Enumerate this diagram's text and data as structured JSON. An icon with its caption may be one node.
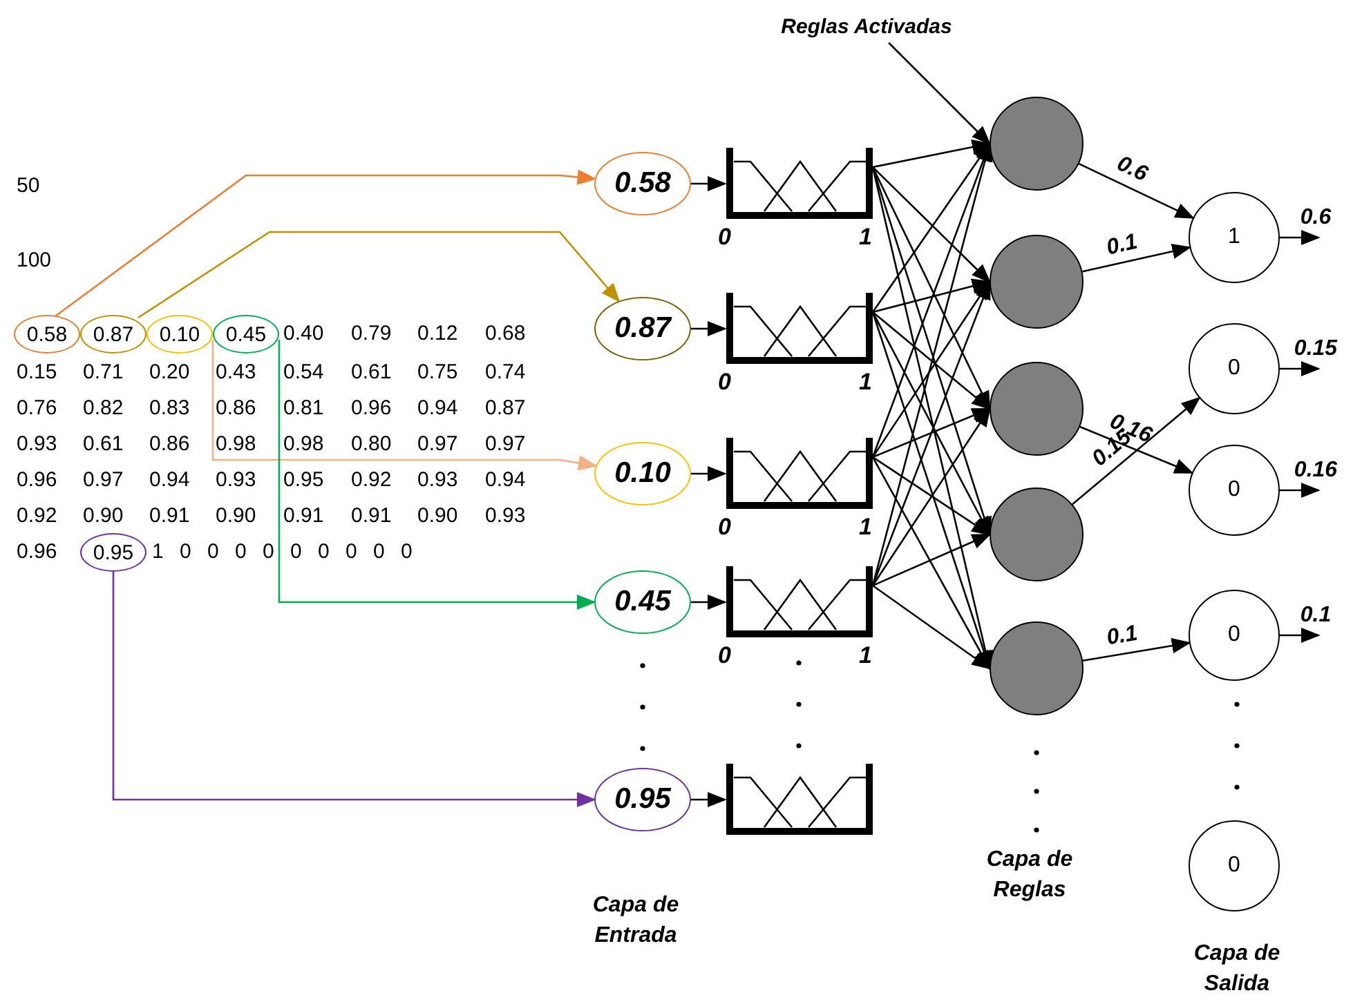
{
  "diagram": {
    "nodes": [
      {
        "text": [
          "0.58"
        ]
      },
      {
        "text": [
          "0.87"
        ]
      },
      {
        "text": [
          "0.10"
        ]
      },
      {
        "text": [
          "0.45"
        ]
      },
      {
        "text": [
          "0.95"
        ]
      },
      {
        "text": [
          "0.58"
        ]
      },
      {
        "text": [
          "0.87"
        ]
      },
      {
        "text": [
          "0.10"
        ]
      },
      {
        "text": [
          "0.45"
        ]
      },
      {
        "text": [
          "0.95"
        ]
      },
      {
        "text": [],
        "shape": "box",
        "beside": [
          "0",
          "1"
        ]
      },
      {
        "text": [],
        "shape": "box",
        "beside": [
          "0",
          "1"
        ]
      },
      {
        "text": [],
        "shape": "box",
        "beside": [
          "0",
          "1"
        ]
      },
      {
        "text": [],
        "shape": "box",
        "beside": [
          "0",
          "1"
        ]
      },
      {
        "text": [],
        "shape": "box"
      },
      {
        "text": [],
        "shape": "circle"
      },
      {
        "text": [],
        "shape": "circle"
      },
      {
        "text": [],
        "shape": "circle"
      },
      {
        "text": [],
        "shape": "circle"
      },
      {
        "text": [],
        "shape": "circle"
      },
      {
        "text": [
          "1"
        ]
      },
      {
        "text": [
          "0"
        ]
      },
      {
        "text": [
          "0"
        ]
      },
      {
        "text": [
          "0"
        ]
      },
      {
        "text": [
          "0"
        ]
      },
      {
        "text": [
          "Reglas Activadas"
        ]
      }
    ],
    "edges": [
      {
        "from": 0,
        "to": 5,
        "arrow": "to",
        "color": "#ed7d31"
      },
      {
        "from": 1,
        "to": 6,
        "arrow": "to",
        "color": "#bf9000"
      },
      {
        "from": 2,
        "to": 7,
        "arrow": "to",
        "color": "#f4b183"
      },
      {
        "from": 3,
        "to": 8,
        "arrow": "to",
        "color": "#00b050"
      },
      {
        "from": 4,
        "to": 9,
        "arrow": "to",
        "color": "#7030a0"
      },
      {
        "from": 5,
        "to": 10,
        "arrow": "to"
      },
      {
        "from": 6,
        "to": 11,
        "arrow": "to"
      },
      {
        "from": 7,
        "to": 12,
        "arrow": "to"
      },
      {
        "from": 8,
        "to": 13,
        "arrow": "to"
      },
      {
        "from": 9,
        "to": 14,
        "arrow": "to"
      },
      {
        "from": 10,
        "to": 15,
        "arrow": "to"
      },
      {
        "from": 10,
        "to": 16,
        "arrow": "to"
      },
      {
        "from": 10,
        "to": 17,
        "arrow": "to"
      },
      {
        "from": 10,
        "to": 18,
        "arrow": "to"
      },
      {
        "from": 10,
        "to": 19,
        "arrow": "to"
      },
      {
        "from": 11,
        "to": 15,
        "arrow": "to"
      },
      {
        "from": 11,
        "to": 16,
        "arrow": "to"
      },
      {
        "from": 11,
        "to": 17,
        "arrow": "to"
      },
      {
        "from": 11,
        "to": 18,
        "arrow": "to"
      },
      {
        "from": 11,
        "to": 19,
        "arrow": "to"
      },
      {
        "from": 12,
        "to": 15,
        "arrow": "to"
      },
      {
        "from": 12,
        "to": 16,
        "arrow": "to"
      },
      {
        "from": 12,
        "to": 17,
        "arrow": "to"
      },
      {
        "from": 12,
        "to": 18,
        "arrow": "to"
      },
      {
        "from": 12,
        "to": 19,
        "arrow": "to"
      },
      {
        "from": 13,
        "to": 15,
        "arrow": "to"
      },
      {
        "from": 13,
        "to": 16,
        "arrow": "to"
      },
      {
        "from": 13,
        "to": 17,
        "arrow": "to"
      },
      {
        "from": 13,
        "to": 18,
        "arrow": "to"
      },
      {
        "from": 13,
        "to": 19,
        "arrow": "to"
      },
      {
        "from": 15,
        "to": 20,
        "arrow": "to",
        "label": "0.6"
      },
      {
        "from": 16,
        "to": 20,
        "arrow": "to",
        "label": "0.1"
      },
      {
        "from": 17,
        "to": 22,
        "arrow": "to",
        "label": "0.16"
      },
      {
        "from": 18,
        "to": 21,
        "arrow": "to",
        "label": "0.15"
      },
      {
        "from": 19,
        "to": 23,
        "arrow": "to",
        "label": "0.1"
      },
      {
        "from": 20,
        "to": null,
        "arrow": "to",
        "label": "0.6"
      },
      {
        "from": 21,
        "to": null,
        "arrow": "to",
        "label": "0.15"
      },
      {
        "from": 22,
        "to": null,
        "arrow": "to",
        "label": "0.16"
      },
      {
        "from": 23,
        "to": null,
        "arrow": "to",
        "label": "0.1"
      },
      {
        "from": 25,
        "to": 15,
        "arrow": "to"
      }
    ],
    "labels": [
      "50",
      "100",
      "0.40",
      "0.79",
      "0.12",
      "0.68",
      "0.15",
      "0.71",
      "0.20",
      "0.43",
      "0.54",
      "0.61",
      "0.75",
      "0.74",
      "0.76",
      "0.82",
      "0.83",
      "0.86",
      "0.81",
      "0.96",
      "0.94",
      "0.87",
      "0.93",
      "0.61",
      "0.86",
      "0.98",
      "0.98",
      "0.80",
      "0.97",
      "0.97",
      "0.96",
      "0.97",
      "0.94",
      "0.93",
      "0.95",
      "0.92",
      "0.93",
      "0.94",
      "0.92",
      "0.90",
      "0.91",
      "0.90",
      "0.91",
      "0.91",
      "0.90",
      "0.93",
      "0.96",
      "1",
      "0",
      "0",
      "0",
      "0",
      "0",
      "0",
      "0",
      "0",
      "0",
      "Capa de Entrada",
      "Capa de Reglas",
      "Capa de Salida"
    ]
  }
}
